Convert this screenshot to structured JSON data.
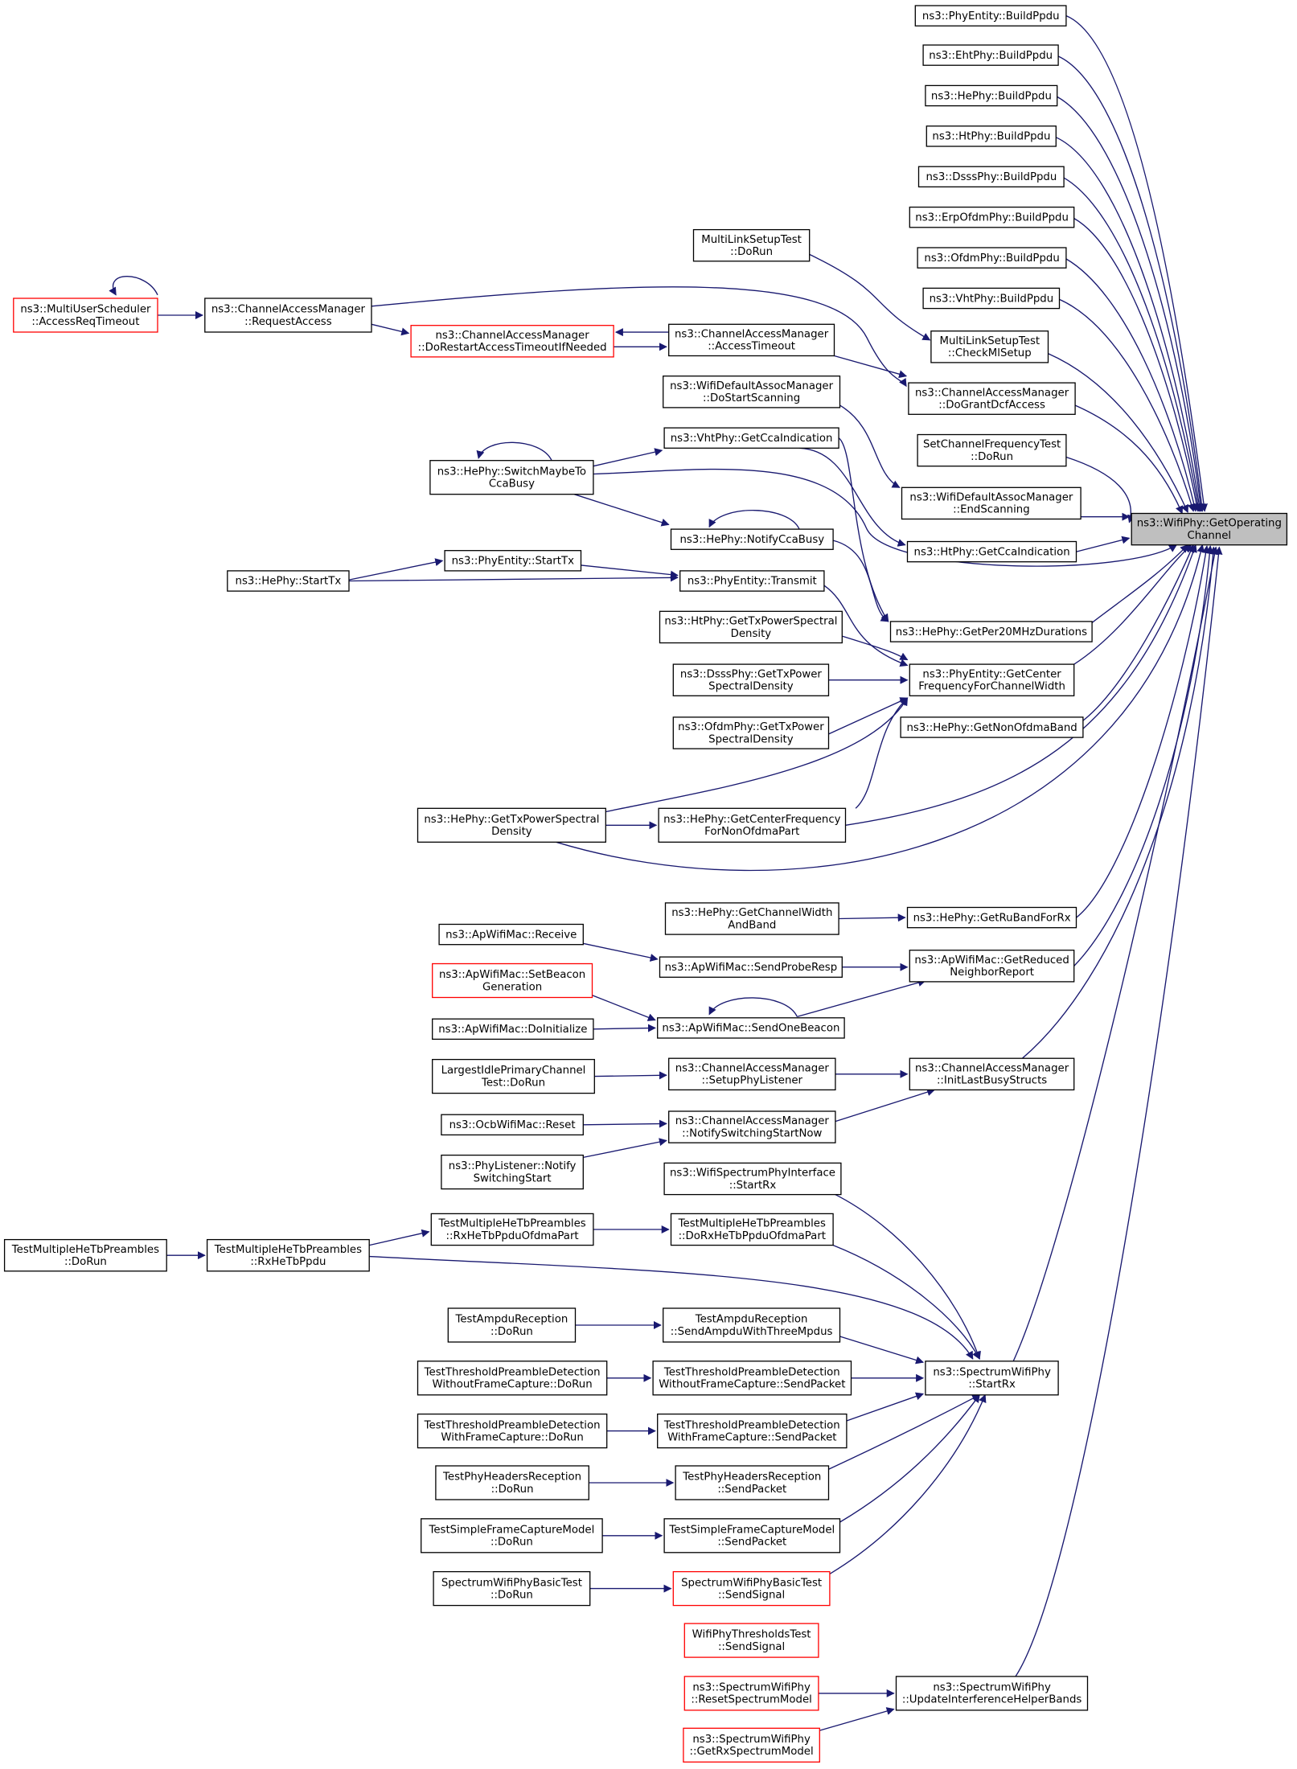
{
  "colors": {
    "edge": "#191970",
    "border": "#000000",
    "border_highlight": "#ff0000",
    "root_fill": "#bfbfbf",
    "background": "#ffffff"
  },
  "nodes": [
    {
      "id": "root",
      "lines": [
        "ns3::WifiPhy::GetOperating",
        "Channel"
      ],
      "style": "root"
    },
    {
      "id": "phyentity_buildppdu",
      "lines": [
        "ns3::PhyEntity::BuildPpdu"
      ]
    },
    {
      "id": "ehtphy_buildppdu",
      "lines": [
        "ns3::EhtPhy::BuildPpdu"
      ]
    },
    {
      "id": "hephy_buildppdu",
      "lines": [
        "ns3::HePhy::BuildPpdu"
      ]
    },
    {
      "id": "htphy_buildppdu",
      "lines": [
        "ns3::HtPhy::BuildPpdu"
      ]
    },
    {
      "id": "dsssphy_buildppdu",
      "lines": [
        "ns3::DsssPhy::BuildPpdu"
      ]
    },
    {
      "id": "erpofdmphy_buildppdu",
      "lines": [
        "ns3::ErpOfdmPhy::BuildPpdu"
      ]
    },
    {
      "id": "ofdmphy_buildppdu",
      "lines": [
        "ns3::OfdmPhy::BuildPpdu"
      ]
    },
    {
      "id": "vhtphy_buildppdu",
      "lines": [
        "ns3::VhtPhy::BuildPpdu"
      ]
    },
    {
      "id": "mlst_dorun",
      "lines": [
        "MultiLinkSetupTest",
        "::DoRun"
      ]
    },
    {
      "id": "mlst_checkml",
      "lines": [
        "MultiLinkSetupTest",
        "::CheckMlSetup"
      ]
    },
    {
      "id": "mus_accessreq",
      "lines": [
        "ns3::MultiUserScheduler",
        "::AccessReqTimeout"
      ],
      "style": "red"
    },
    {
      "id": "cam_requestaccess",
      "lines": [
        "ns3::ChannelAccessManager",
        "::RequestAccess"
      ]
    },
    {
      "id": "cam_dorestart",
      "lines": [
        "ns3::ChannelAccessManager",
        "::DoRestartAccessTimeoutIfNeeded"
      ],
      "style": "red"
    },
    {
      "id": "cam_accesstimeout",
      "lines": [
        "ns3::ChannelAccessManager",
        "::AccessTimeout"
      ]
    },
    {
      "id": "cam_dogrant",
      "lines": [
        "ns3::ChannelAccessManager",
        "::DoGrantDcfAccess"
      ]
    },
    {
      "id": "wdam_dostart",
      "lines": [
        "ns3::WifiDefaultAssocManager",
        "::DoStartScanning"
      ]
    },
    {
      "id": "scft_dorun",
      "lines": [
        "SetChannelFrequencyTest",
        "::DoRun"
      ]
    },
    {
      "id": "vht_getcca",
      "lines": [
        "ns3::VhtPhy::GetCcaIndication"
      ]
    },
    {
      "id": "he_switch",
      "lines": [
        "ns3::HePhy::SwitchMaybeTo",
        "CcaBusy"
      ]
    },
    {
      "id": "wdam_endscan",
      "lines": [
        "ns3::WifiDefaultAssocManager",
        "::EndScanning"
      ]
    },
    {
      "id": "he_notifycca",
      "lines": [
        "ns3::HePhy::NotifyCcaBusy"
      ]
    },
    {
      "id": "ht_getcca",
      "lines": [
        "ns3::HtPhy::GetCcaIndication"
      ]
    },
    {
      "id": "pe_starttx",
      "lines": [
        "ns3::PhyEntity::StartTx"
      ]
    },
    {
      "id": "he_starttx",
      "lines": [
        "ns3::HePhy::StartTx"
      ]
    },
    {
      "id": "pe_transmit",
      "lines": [
        "ns3::PhyEntity::Transmit"
      ]
    },
    {
      "id": "he_getper20",
      "lines": [
        "ns3::HePhy::GetPer20MHzDurations"
      ]
    },
    {
      "id": "ht_gettxpsd",
      "lines": [
        "ns3::HtPhy::GetTxPowerSpectral",
        "Density"
      ]
    },
    {
      "id": "pe_getcenter",
      "lines": [
        "ns3::PhyEntity::GetCenter",
        "FrequencyForChannelWidth"
      ]
    },
    {
      "id": "dsss_gettxpsd",
      "lines": [
        "ns3::DsssPhy::GetTxPower",
        "SpectralDensity"
      ]
    },
    {
      "id": "ofdm_gettxpsd",
      "lines": [
        "ns3::OfdmPhy::GetTxPower",
        "SpectralDensity"
      ]
    },
    {
      "id": "he_getnonofdma",
      "lines": [
        "ns3::HePhy::GetNonOfdmaBand"
      ]
    },
    {
      "id": "he_gettxpsd",
      "lines": [
        "ns3::HePhy::GetTxPowerSpectral",
        "Density"
      ]
    },
    {
      "id": "he_getcenternonofdma",
      "lines": [
        "ns3::HePhy::GetCenterFrequency",
        "ForNonOfdmaPart"
      ]
    },
    {
      "id": "he_getchwidth",
      "lines": [
        "ns3::HePhy::GetChannelWidth",
        "AndBand"
      ]
    },
    {
      "id": "he_getruband",
      "lines": [
        "ns3::HePhy::GetRuBandForRx"
      ]
    },
    {
      "id": "apmac_receive",
      "lines": [
        "ns3::ApWifiMac::Receive"
      ]
    },
    {
      "id": "apmac_sendprobe",
      "lines": [
        "ns3::ApWifiMac::SendProbeResp"
      ]
    },
    {
      "id": "apmac_getreduced",
      "lines": [
        "ns3::ApWifiMac::GetReduced",
        "NeighborReport"
      ]
    },
    {
      "id": "apmac_setbeacon",
      "lines": [
        "ns3::ApWifiMac::SetBeacon",
        "Generation"
      ],
      "style": "red"
    },
    {
      "id": "apmac_doinit",
      "lines": [
        "ns3::ApWifiMac::DoInitialize"
      ]
    },
    {
      "id": "apmac_sendonebeacon",
      "lines": [
        "ns3::ApWifiMac::SendOneBeacon"
      ]
    },
    {
      "id": "lipct_dorun",
      "lines": [
        "LargestIdlePrimaryChannel",
        "Test::DoRun"
      ]
    },
    {
      "id": "cam_setupphy",
      "lines": [
        "ns3::ChannelAccessManager",
        "::SetupPhyListener"
      ]
    },
    {
      "id": "cam_initlast",
      "lines": [
        "ns3::ChannelAccessManager",
        "::InitLastBusyStructs"
      ]
    },
    {
      "id": "ocb_reset",
      "lines": [
        "ns3::OcbWifiMac::Reset"
      ]
    },
    {
      "id": "cam_notifyswitch",
      "lines": [
        "ns3::ChannelAccessManager",
        "::NotifySwitchingStartNow"
      ]
    },
    {
      "id": "pl_notifyswitch",
      "lines": [
        "ns3::PhyListener::Notify",
        "SwitchingStart"
      ]
    },
    {
      "id": "wspi_startrx",
      "lines": [
        "ns3::WifiSpectrumPhyInterface",
        "::StartRx"
      ]
    },
    {
      "id": "tmhtp_dorun",
      "lines": [
        "TestMultipleHeTbPreambles",
        "::DoRun"
      ]
    },
    {
      "id": "tmhtp_rxhetbppdu",
      "lines": [
        "TestMultipleHeTbPreambles",
        "::RxHeTbPpdu"
      ]
    },
    {
      "id": "tmhtp_rxofdma",
      "lines": [
        "TestMultipleHeTbPreambles",
        "::RxHeTbPpduOfdmaPart"
      ]
    },
    {
      "id": "tmhtp_dorxofdma",
      "lines": [
        "TestMultipleHeTbPreambles",
        "::DoRxHeTbPpduOfdmaPart"
      ]
    },
    {
      "id": "tar_dorun",
      "lines": [
        "TestAmpduReception",
        "::DoRun"
      ]
    },
    {
      "id": "tar_sendampdu",
      "lines": [
        "TestAmpduReception",
        "::SendAmpduWithThreeMpdus"
      ]
    },
    {
      "id": "swp_startrx",
      "lines": [
        "ns3::SpectrumWifiPhy",
        "::StartRx"
      ]
    },
    {
      "id": "ttpd_wo_dorun",
      "lines": [
        "TestThresholdPreambleDetection",
        "WithoutFrameCapture::DoRun"
      ]
    },
    {
      "id": "ttpd_wo_send",
      "lines": [
        "TestThresholdPreambleDetection",
        "WithoutFrameCapture::SendPacket"
      ]
    },
    {
      "id": "ttpd_w_dorun",
      "lines": [
        "TestThresholdPreambleDetection",
        "WithFrameCapture::DoRun"
      ]
    },
    {
      "id": "ttpd_w_send",
      "lines": [
        "TestThresholdPreambleDetection",
        "WithFrameCapture::SendPacket"
      ]
    },
    {
      "id": "tphr_dorun",
      "lines": [
        "TestPhyHeadersReception",
        "::DoRun"
      ]
    },
    {
      "id": "tphr_send",
      "lines": [
        "TestPhyHeadersReception",
        "::SendPacket"
      ]
    },
    {
      "id": "tsfcm_dorun",
      "lines": [
        "TestSimpleFrameCaptureModel",
        "::DoRun"
      ]
    },
    {
      "id": "tsfcm_send",
      "lines": [
        "TestSimpleFrameCaptureModel",
        "::SendPacket"
      ]
    },
    {
      "id": "swpbt_dorun",
      "lines": [
        "SpectrumWifiPhyBasicTest",
        "::DoRun"
      ]
    },
    {
      "id": "swpbt_send",
      "lines": [
        "SpectrumWifiPhyBasicTest",
        "::SendSignal"
      ],
      "style": "red"
    },
    {
      "id": "wptt_send",
      "lines": [
        "WifiPhyThresholdsTest",
        "::SendSignal"
      ],
      "style": "red"
    },
    {
      "id": "swp_reset",
      "lines": [
        "ns3::SpectrumWifiPhy",
        "::ResetSpectrumModel"
      ],
      "style": "red"
    },
    {
      "id": "swp_updateinterf",
      "lines": [
        "ns3::SpectrumWifiPhy",
        "::UpdateInterferenceHelperBands"
      ]
    },
    {
      "id": "swp_getrxmodel",
      "lines": [
        "ns3::SpectrumWifiPhy",
        "::GetRxSpectrumModel"
      ],
      "style": "red"
    }
  ]
}
